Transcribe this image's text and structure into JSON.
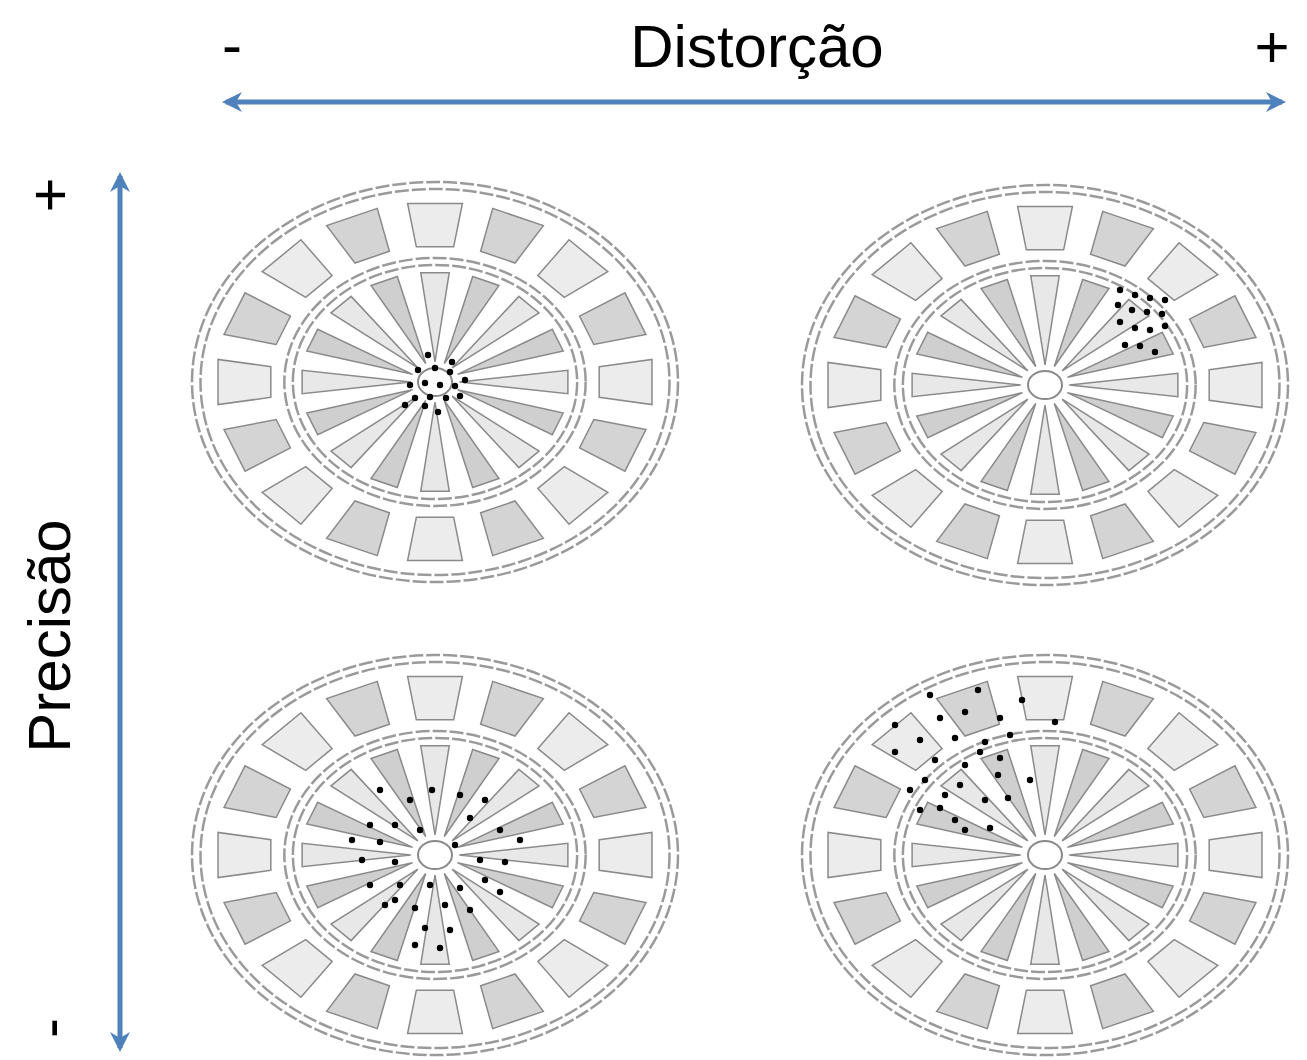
{
  "diagram": {
    "labels": [
      "-",
      "Distorção",
      "+",
      "+",
      "Precisão",
      "-"
    ]
  }
}
